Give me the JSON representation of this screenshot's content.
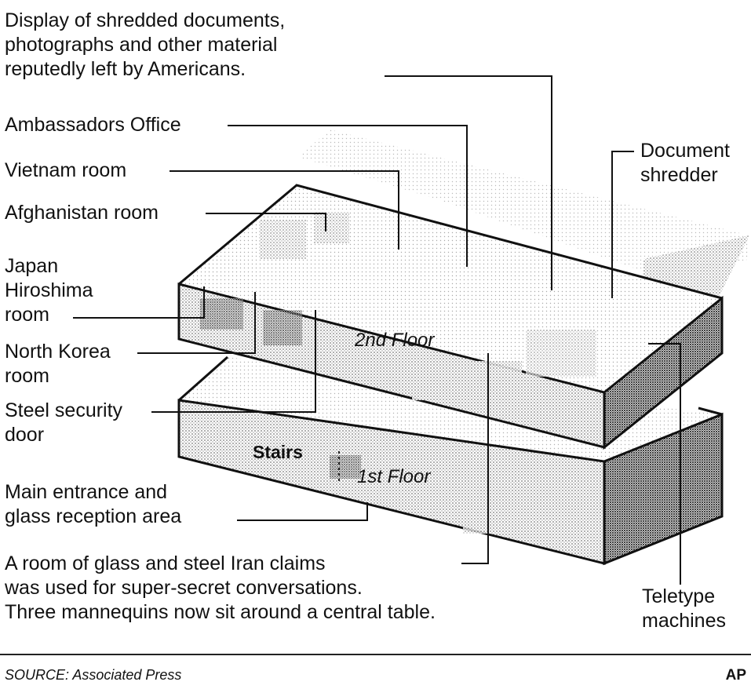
{
  "labels": {
    "display": [
      "Display of shredded documents,",
      "photographs and other material",
      "reputedly left by Americans."
    ],
    "ambassadors": "Ambassadors Office",
    "vietnam": "Vietnam room",
    "afghanistan": "Afghanistan room",
    "japan": [
      "Japan",
      "Hiroshima",
      "room"
    ],
    "north_korea": [
      "North Korea",
      "room"
    ],
    "steel_door": [
      "Steel security",
      "door"
    ],
    "main_entrance": [
      "Main entrance and",
      "glass reception area"
    ],
    "glass_room": [
      "A room of glass and steel Iran claims",
      "was used for super-secret conversations.",
      "Three mannequins now sit around a central table."
    ],
    "shredder": [
      "Document",
      "shredder"
    ],
    "teletype": [
      "Teletype",
      "machines"
    ]
  },
  "floors": {
    "second": "2nd Floor",
    "first": "1st Floor",
    "stairs": "Stairs"
  },
  "footer": {
    "source": "SOURCE: Associated Press",
    "credit": "AP"
  }
}
